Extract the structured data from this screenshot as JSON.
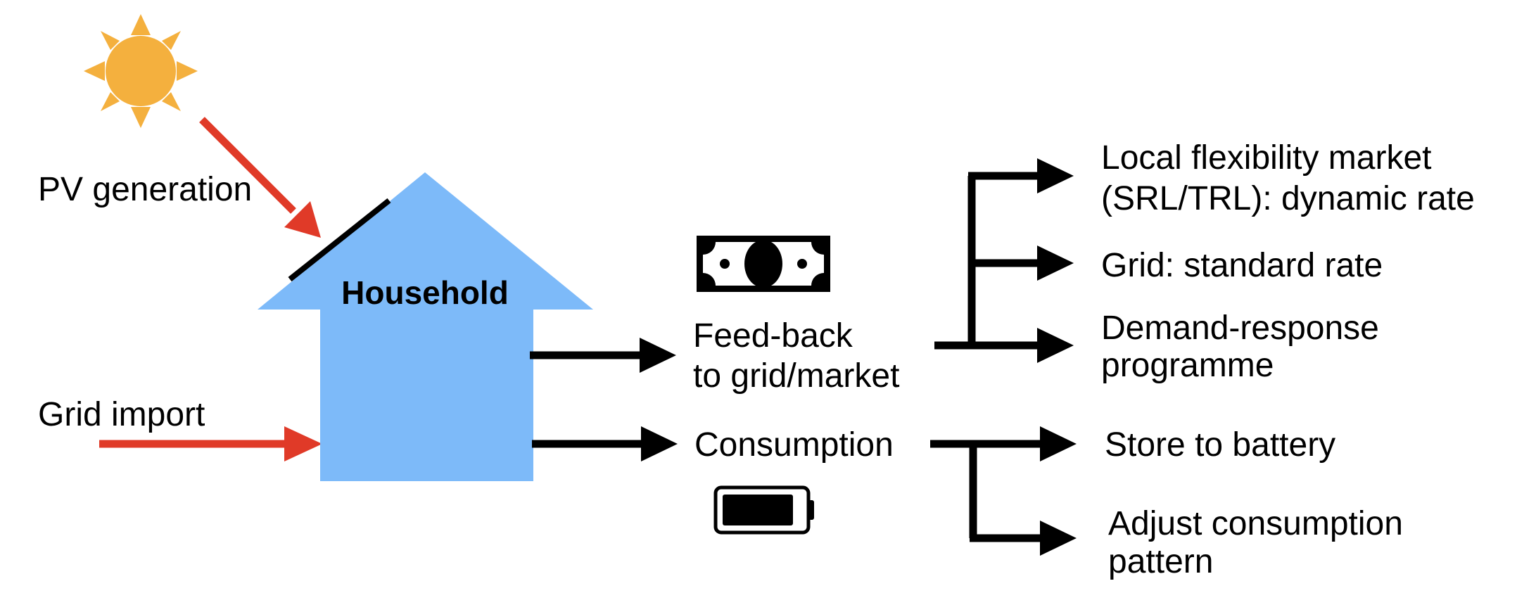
{
  "labels": {
    "pv_generation": "PV generation",
    "grid_import": "Grid import",
    "household": "Household",
    "feed_back_line1": "Feed-back",
    "feed_back_line2": "to grid/market",
    "consumption": "Consumption",
    "local_flex_line1": "Local flexibility market",
    "local_flex_line2": "(SRL/TRL): dynamic rate",
    "grid_standard": "Grid: standard rate",
    "demand_response_line1": "Demand-response",
    "demand_response_line2": "programme",
    "store_battery": "Store to battery",
    "adjust_line1": "Adjust consumption",
    "adjust_line2": "pattern"
  },
  "icons": {
    "sun": "sun-icon",
    "banknote": "banknote-icon",
    "battery": "battery-icon",
    "solar_panel": "solar-panel-icon"
  },
  "colors": {
    "house": "#7DBAF9",
    "sun": "#F4B03E",
    "input_arrow": "#E03A28",
    "flow_arrow": "#000000"
  }
}
